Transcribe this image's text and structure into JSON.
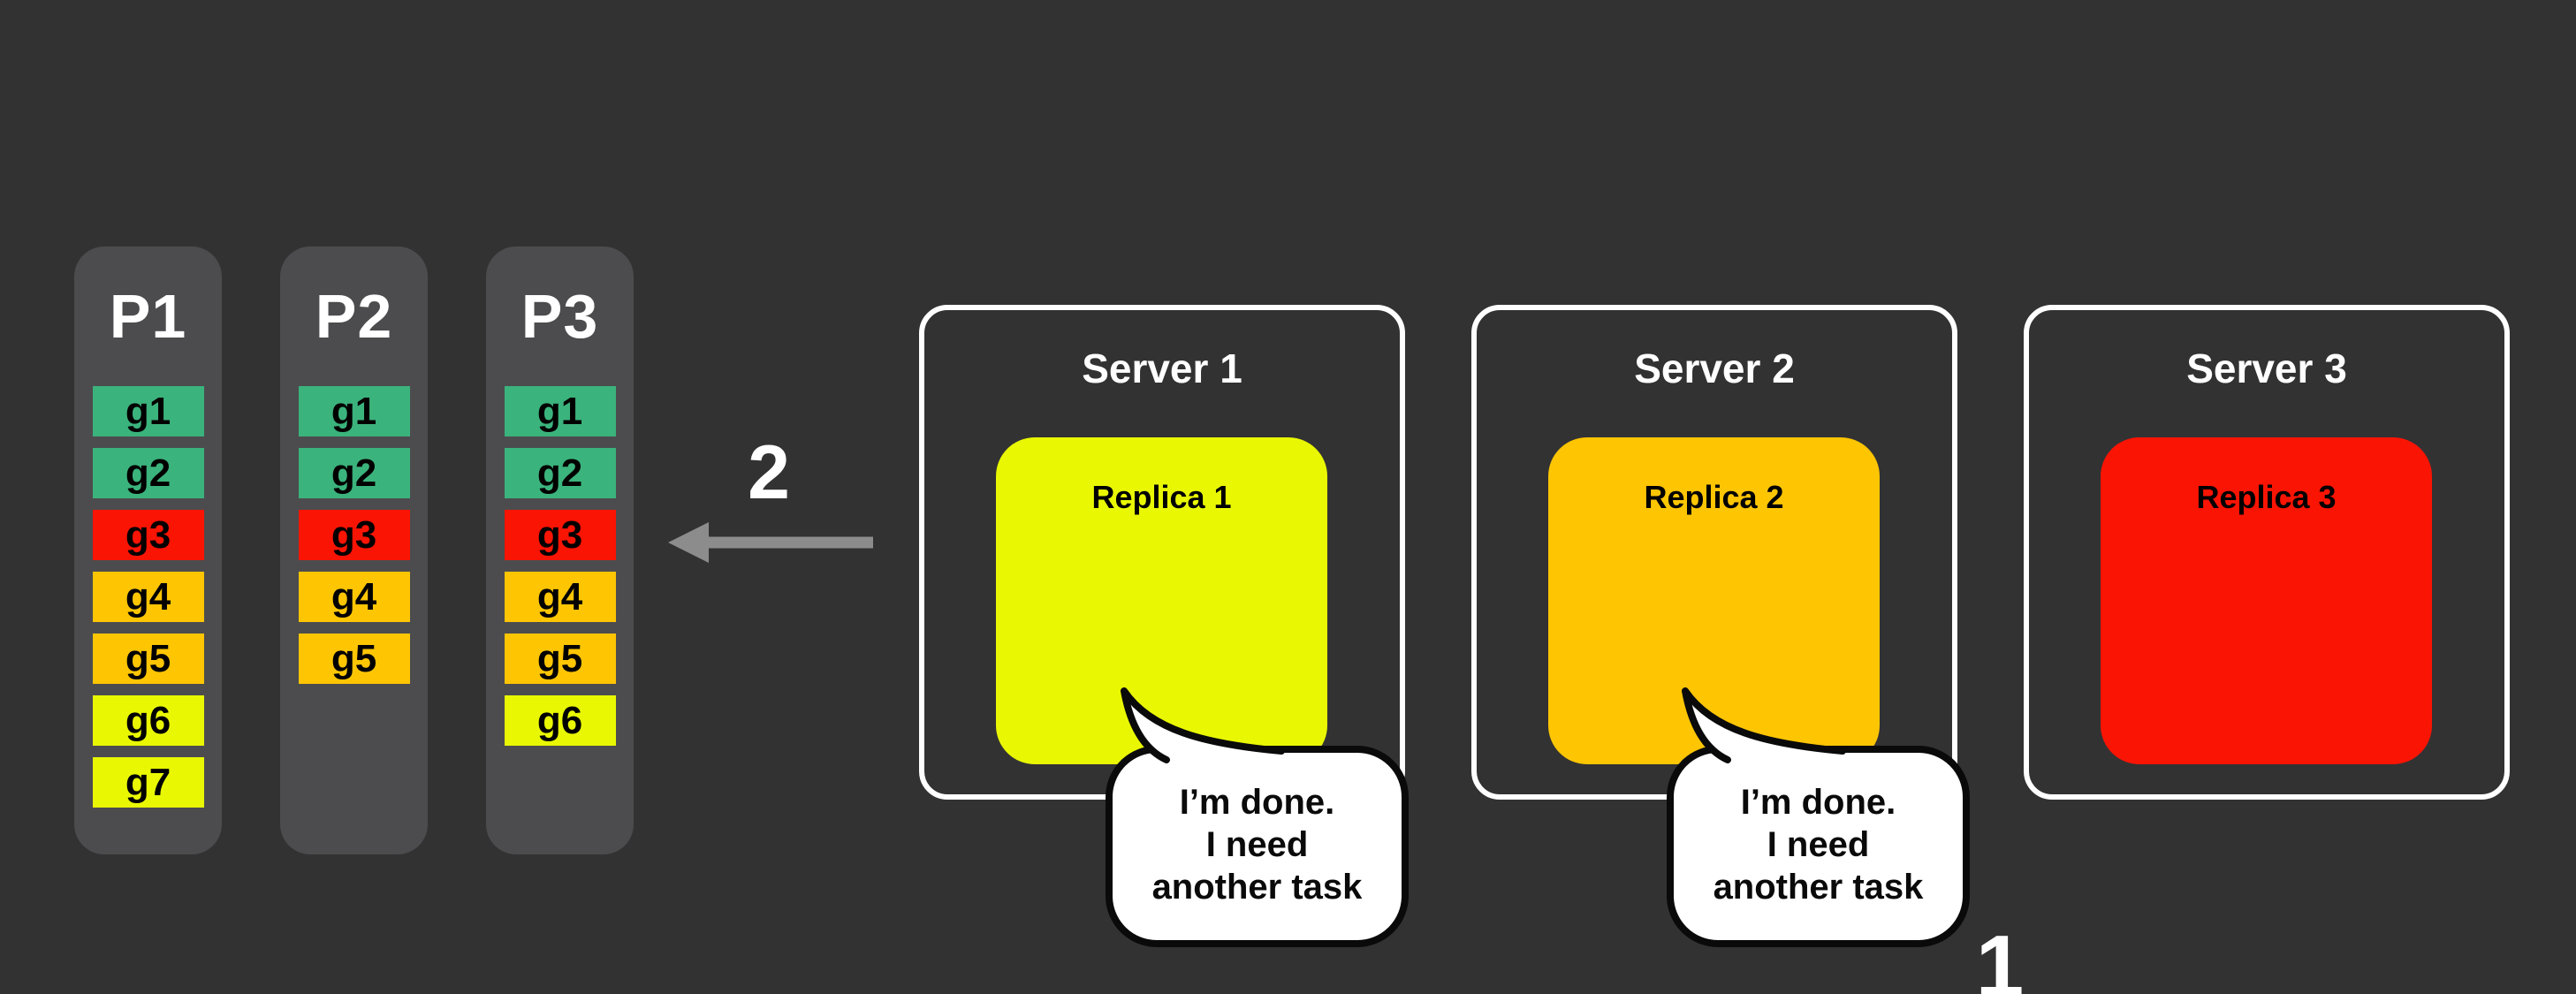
{
  "colors": {
    "background": "#323233",
    "partition_bg": "#4C4C4E",
    "task_green": "#3BB37C",
    "task_red": "#FA1404",
    "task_amber": "#FEC503",
    "task_yellow": "#E9F802",
    "replica_yellow": "#E9F802",
    "replica_amber": "#FEC503",
    "replica_red": "#FA1404",
    "arrow_gray": "#8C8C8C",
    "server_border": "#FFFFFF",
    "bubble_border": "#0A0A0A"
  },
  "partitions": [
    {
      "label": "P1",
      "tasks": [
        {
          "label": "g1",
          "color": "#3BB37C"
        },
        {
          "label": "g2",
          "color": "#3BB37C"
        },
        {
          "label": "g3",
          "color": "#FA1404"
        },
        {
          "label": "g4",
          "color": "#FEC503"
        },
        {
          "label": "g5",
          "color": "#FEC503"
        },
        {
          "label": "g6",
          "color": "#E9F802"
        },
        {
          "label": "g7",
          "color": "#E9F802"
        }
      ]
    },
    {
      "label": "P2",
      "tasks": [
        {
          "label": "g1",
          "color": "#3BB37C"
        },
        {
          "label": "g2",
          "color": "#3BB37C"
        },
        {
          "label": "g3",
          "color": "#FA1404"
        },
        {
          "label": "g4",
          "color": "#FEC503"
        },
        {
          "label": "g5",
          "color": "#FEC503"
        }
      ]
    },
    {
      "label": "P3",
      "tasks": [
        {
          "label": "g1",
          "color": "#3BB37C"
        },
        {
          "label": "g2",
          "color": "#3BB37C"
        },
        {
          "label": "g3",
          "color": "#FA1404"
        },
        {
          "label": "g4",
          "color": "#FEC503"
        },
        {
          "label": "g5",
          "color": "#FEC503"
        },
        {
          "label": "g6",
          "color": "#E9F802"
        }
      ]
    }
  ],
  "servers": [
    {
      "label": "Server 1",
      "replica": {
        "label": "Replica 1",
        "color": "#E9F802"
      },
      "speech": "I’m done.\nI need\nanother task"
    },
    {
      "label": "Server 2",
      "replica": {
        "label": "Replica 2",
        "color": "#FEC503"
      },
      "speech": "I’m done.\nI need\nanother task"
    },
    {
      "label": "Server 3",
      "replica": {
        "label": "Replica 3",
        "color": "#FA1404"
      }
    }
  ],
  "steps": {
    "assign_arrow_label": "2",
    "done_label": "1"
  }
}
